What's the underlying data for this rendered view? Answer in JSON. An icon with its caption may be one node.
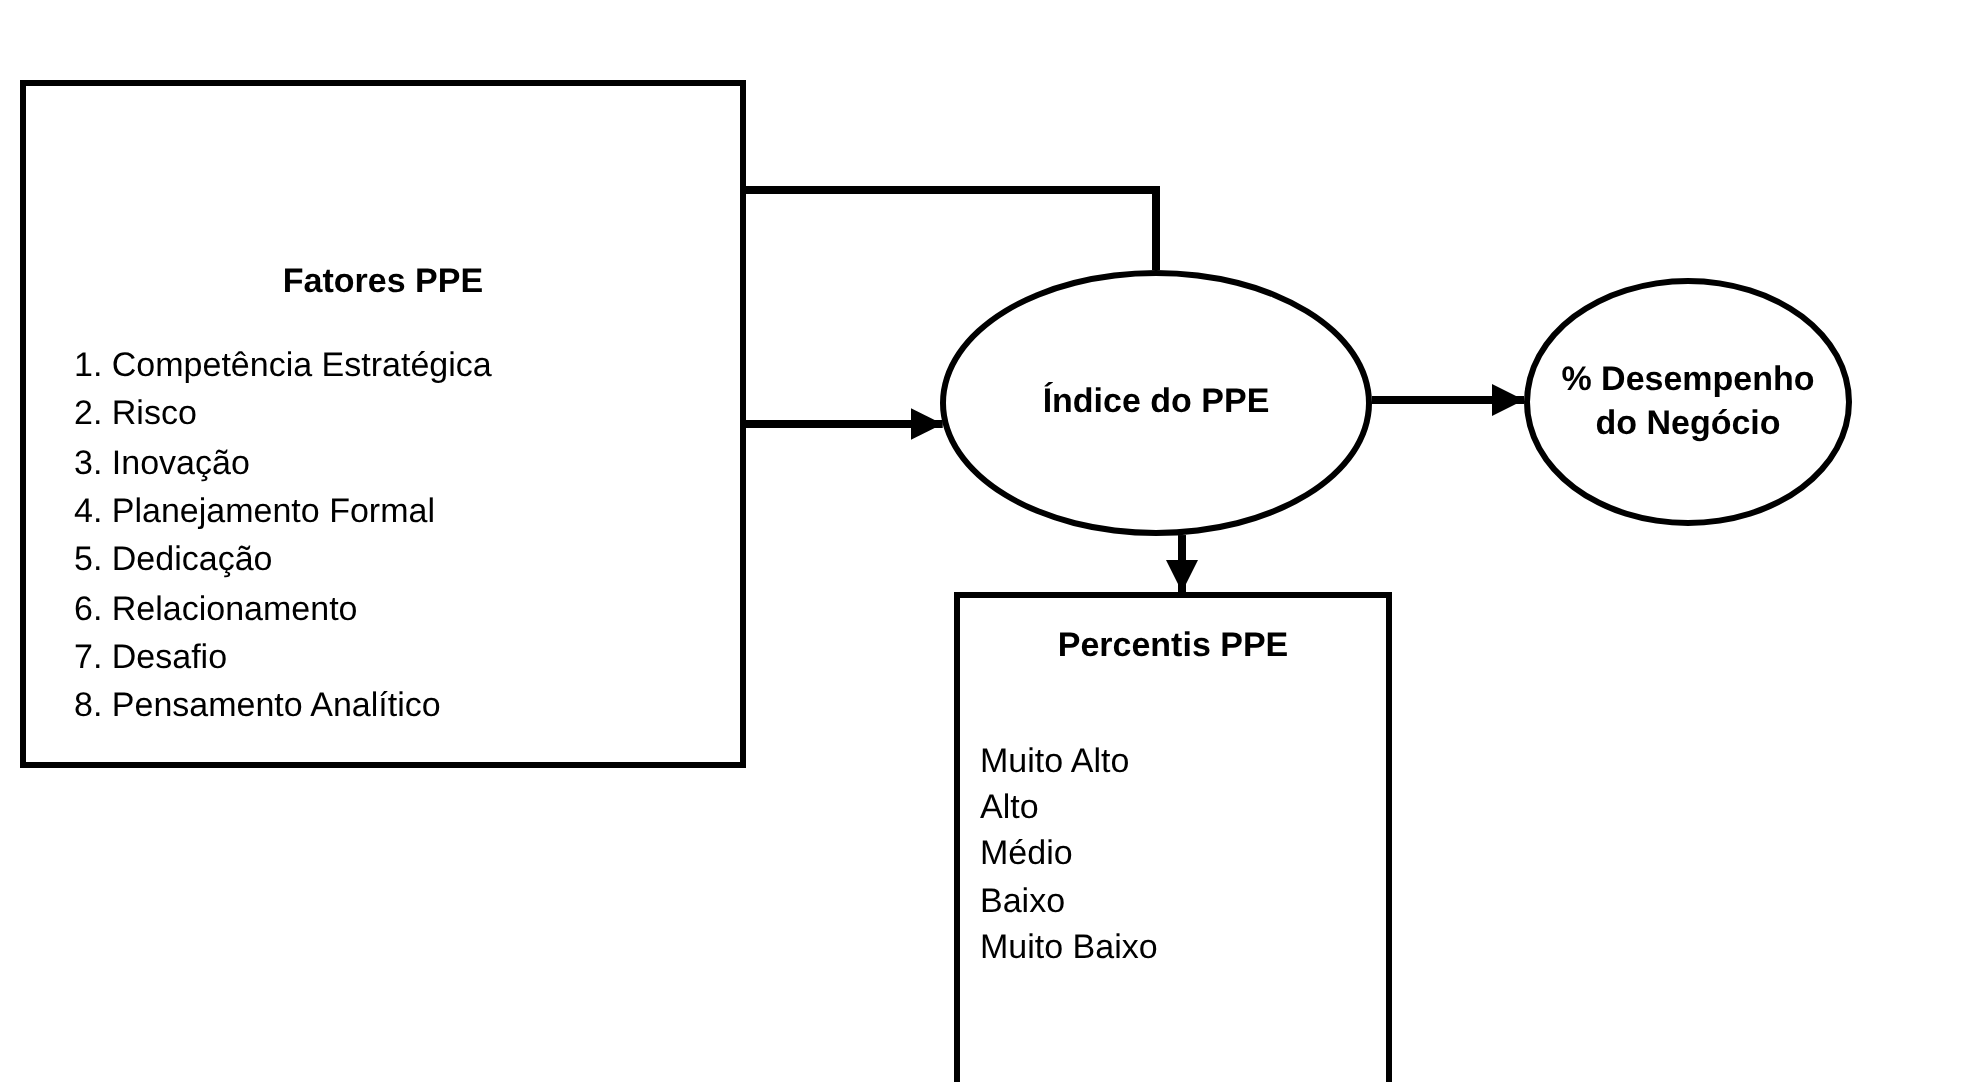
{
  "diagram": {
    "nodes": [
      {
        "text": [
          "Fatores PPE",
          "1. Competência Estratégica",
          "2. Risco",
          "3. Inovação",
          "4. Planejamento Formal",
          "5. Dedicação",
          "6. Relacionamento",
          "7. Desafio",
          "8. Pensamento Analítico"
        ]
      },
      {
        "text": [
          "Índice do PPE"
        ]
      },
      {
        "text": [
          "% Desempenho do Negócio"
        ]
      },
      {
        "text": [
          "Percentis PPE",
          "Muito Alto",
          "Alto",
          "Médio",
          "Baixo",
          "Muito Baixo"
        ]
      }
    ],
    "edges": [
      {
        "from": 0,
        "to": 1,
        "arrow": "none"
      },
      {
        "from": 0,
        "to": 1,
        "arrow": "to"
      },
      {
        "from": 1,
        "to": 2,
        "arrow": "to"
      },
      {
        "from": 1,
        "to": 3,
        "arrow": "to"
      }
    ]
  }
}
